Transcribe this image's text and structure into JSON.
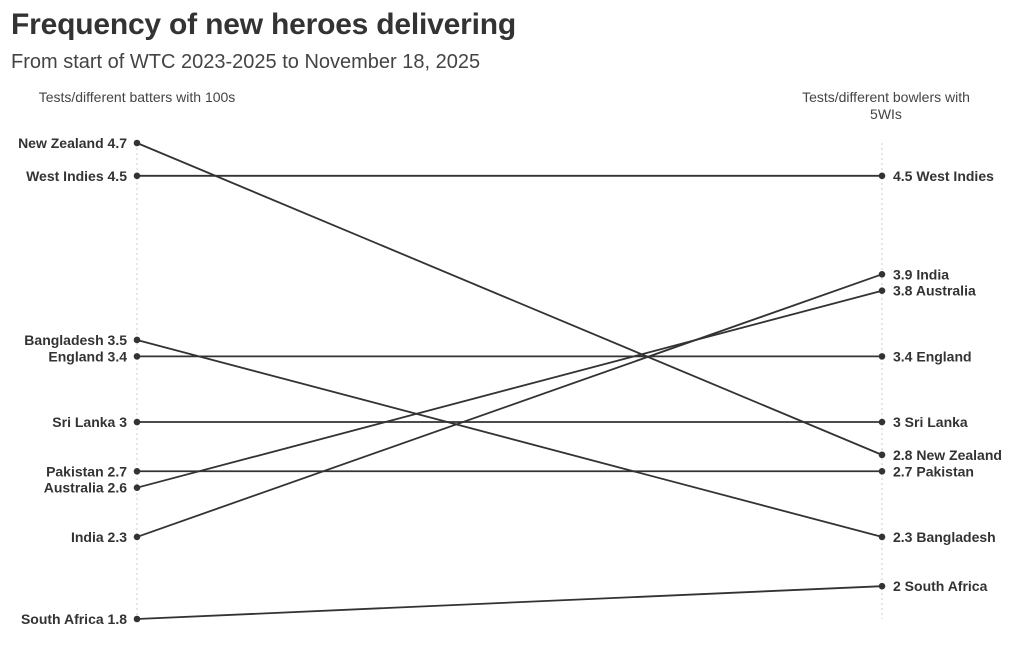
{
  "header": {
    "title": "Frequency of new heroes delivering",
    "subtitle": "From start of WTC 2023-2025 to November 18, 2025"
  },
  "colors": {
    "line": "#333333",
    "axis": "#cccccc",
    "text": "#333333"
  },
  "chart_data": {
    "type": "line",
    "left_axis_label": "Tests/different batters with 100s",
    "right_axis_label": "Tests/different bowlers with 5WIs",
    "categories": [
      "Tests/different batters with 100s",
      "Tests/different bowlers with 5WIs"
    ],
    "ylim": [
      1.8,
      4.7
    ],
    "grid": false,
    "series": [
      {
        "name": "New Zealand",
        "values": [
          4.7,
          2.8
        ]
      },
      {
        "name": "West Indies",
        "values": [
          4.5,
          4.5
        ]
      },
      {
        "name": "Bangladesh",
        "values": [
          3.5,
          2.3
        ]
      },
      {
        "name": "England",
        "values": [
          3.4,
          3.4
        ]
      },
      {
        "name": "Sri Lanka",
        "values": [
          3,
          3
        ]
      },
      {
        "name": "Pakistan",
        "values": [
          2.7,
          2.7
        ]
      },
      {
        "name": "Australia",
        "values": [
          2.6,
          3.8
        ]
      },
      {
        "name": "India",
        "values": [
          2.3,
          3.9
        ]
      },
      {
        "name": "South Africa",
        "values": [
          1.8,
          2
        ]
      }
    ]
  }
}
